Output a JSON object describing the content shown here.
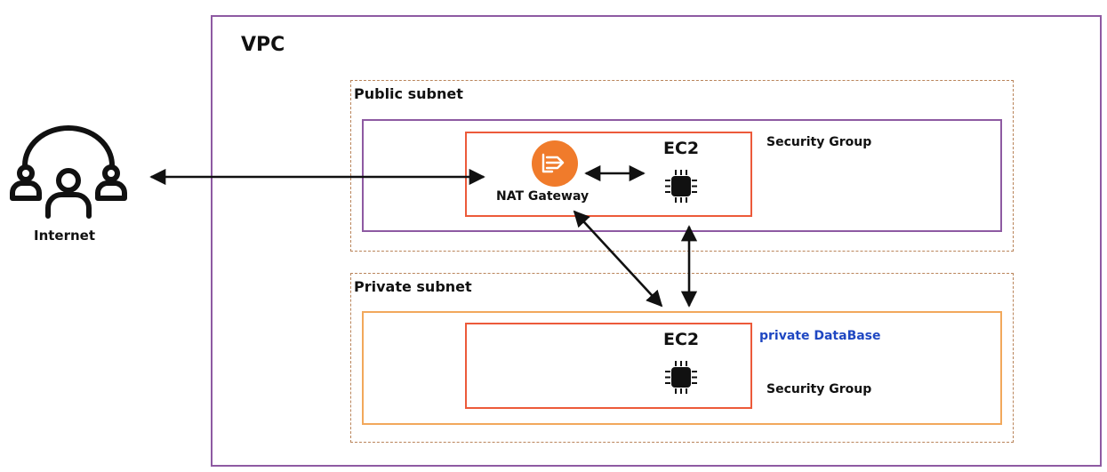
{
  "diagram": {
    "vpc_label": "VPC",
    "public_subnet_label": "Public subnet",
    "private_subnet_label": "Private subnet",
    "public_security_group_label": "Security Group",
    "private_security_group_label": "Security Group",
    "private_database_label": "private DataBase",
    "nat_gateway_label": "NAT Gateway",
    "ec2_public_label": "EC2",
    "ec2_private_label": "EC2",
    "internet_label": "Internet"
  },
  "colors": {
    "vpc_border": "#8e5aa2",
    "subnet_border": "#b9845a",
    "public_security_group_border": "#8e5aa2",
    "private_security_group_border": "#f2a85b",
    "instance_box_border": "#ec5a3a",
    "nat_gateway_icon": "#f07b2b",
    "private_database_text": "#1f47c2"
  },
  "icons": {
    "internet": "users-group-icon",
    "nat_gateway": "nat-gateway-icon",
    "ec2": "cpu-chip-icon"
  }
}
